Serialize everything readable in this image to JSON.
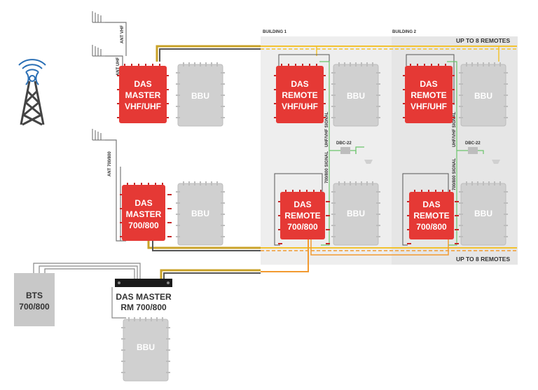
{
  "buildings": [
    "BUILDING 1",
    "BUILDING 2"
  ],
  "banners": {
    "top": "UP TO 8 REMOTES",
    "bottom": "UP TO 8 REMOTES"
  },
  "antennas": {
    "vhf": "ANT VHF",
    "uhf": "ANT UHF",
    "band700": "ANT 700/800"
  },
  "signals": {
    "uhfvhf": "UHF/VHF SIGNAL",
    "s700": "700/800 SIGNAL"
  },
  "dbc": "DBC-22",
  "bbu": "BBU",
  "units": {
    "master_vhf": [
      "DAS",
      "MASTER",
      "VHF/UHF"
    ],
    "master_700": [
      "DAS",
      "MASTER",
      "700/800"
    ],
    "remote_vhf": [
      "DAS",
      "REMOTE",
      "VHF/UHF"
    ],
    "remote_700": [
      "DAS",
      "REMOTE",
      "700/800"
    ],
    "bts": [
      "BTS",
      "700/800"
    ],
    "master_rm": [
      "DAS MASTER",
      "RM 700/800"
    ]
  },
  "colors": {
    "das_red": "#e53935",
    "bbu_gray": "#cfcfcf",
    "cable_gold": "#c9a227",
    "cable_yellow": "#f2c230",
    "cable_orange": "#f29a30",
    "signal_green": "#6cc46c",
    "tower_blue": "#2a6fb5"
  }
}
